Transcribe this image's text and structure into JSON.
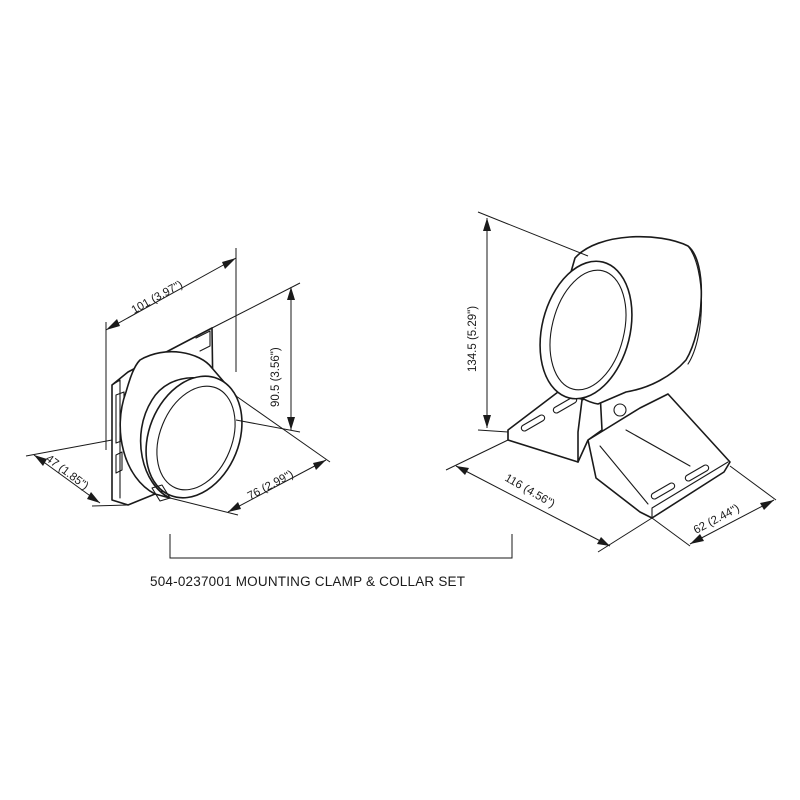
{
  "caption": "504-0237001  MOUNTING CLAMP & COLLAR SET",
  "collar": {
    "dim_width": "101 (3.97\")",
    "dim_height": "90.5 (3.56\")",
    "dim_depth": "47 (1.85\")",
    "dim_diameter": "76 (2.99\")"
  },
  "clamp": {
    "dim_height": "134.5 (5.29\")",
    "dim_length": "116 (4.56\")",
    "dim_width": "62 (2.44\")"
  }
}
